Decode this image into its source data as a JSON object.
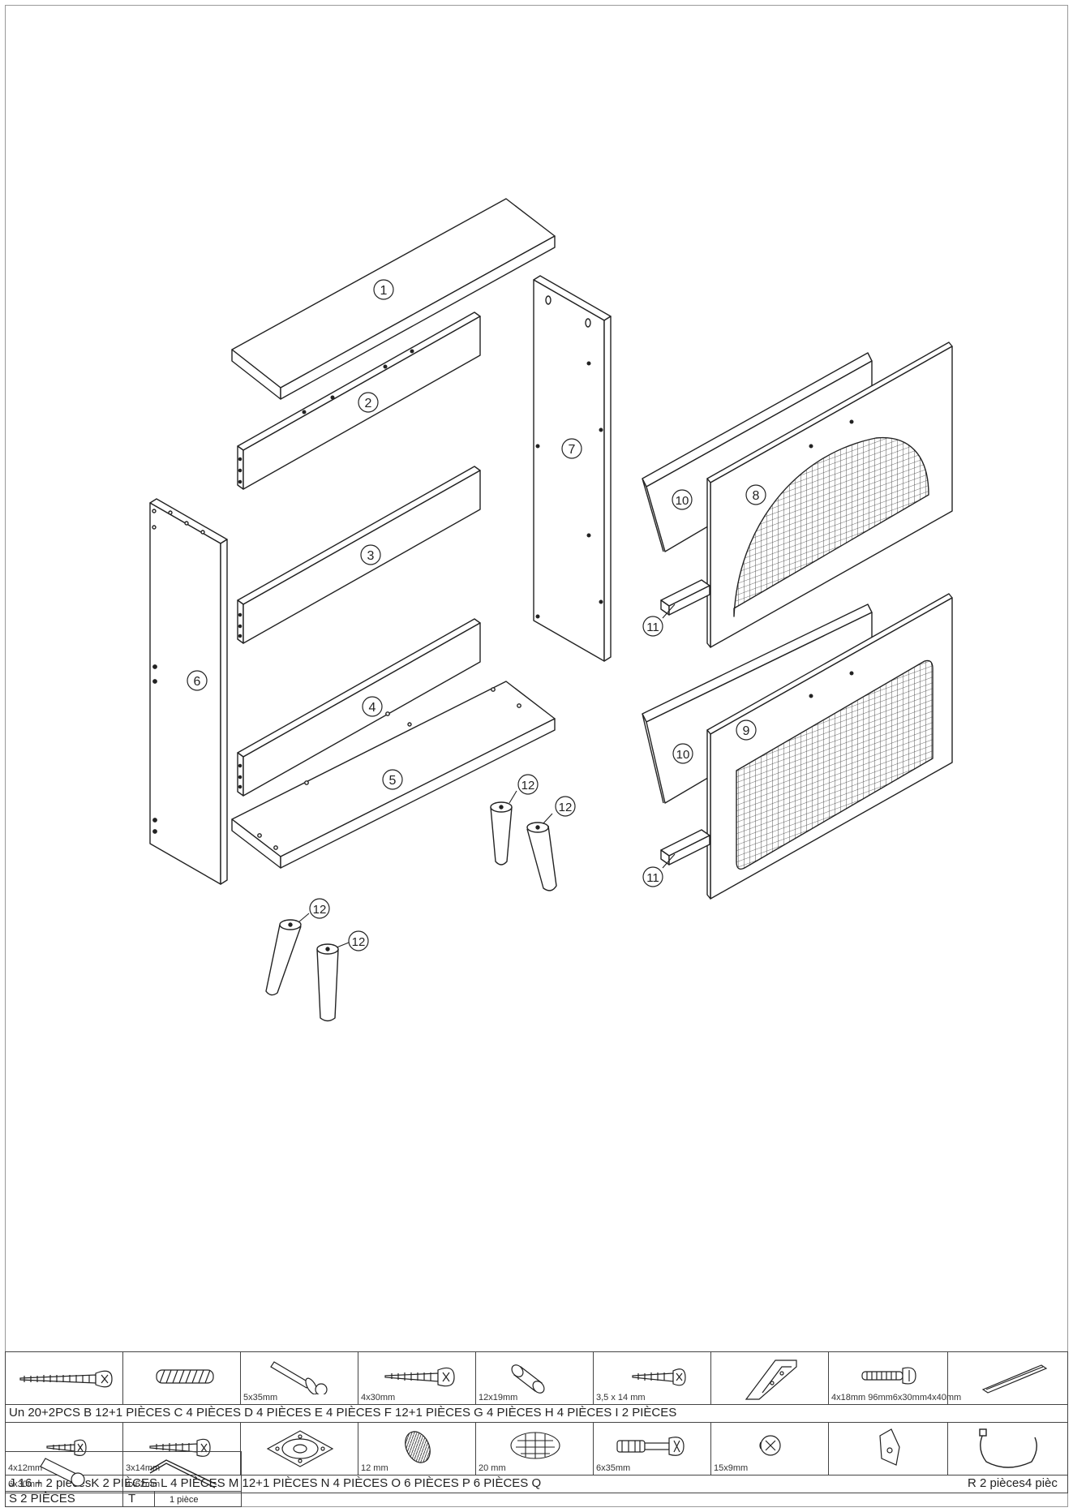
{
  "parts": [
    {
      "n": "1"
    },
    {
      "n": "2"
    },
    {
      "n": "3"
    },
    {
      "n": "4"
    },
    {
      "n": "5"
    },
    {
      "n": "6"
    },
    {
      "n": "7"
    },
    {
      "n": "8"
    },
    {
      "n": "9"
    },
    {
      "n": "10"
    },
    {
      "n": "11"
    },
    {
      "n": "12"
    }
  ],
  "hardware": {
    "row1": {
      "sizes": [
        "",
        "",
        "5x35mm",
        "4x30mm",
        "12x19mm",
        "3,5  x  14  mm",
        "",
        "4x18mm  96mm6x30mm4x40mm",
        ""
      ],
      "caption": "Un 20+2PCS     B 12+1 PIÈCES C 4 PIÈCES D 4 PIÈCES E 4 PIÈCES F 12+1 PIÈCES G 4 PIÈCES H 4 PIÈCES I 2 PIÈCES"
    },
    "row2": {
      "sizes": [
        "4x12mm",
        "3x14mm",
        "",
        "12  mm",
        "20  mm",
        "6x35mm",
        "15x9mm",
        "",
        ""
      ],
      "caption": "J  16  +  2  piècesK  2  PIÈCES  L  4  PIÈCES  M  12+1  PIÈCES  N  4  PIÈCES  O  6  PIÈCES  P  6  PIÈCES  Q",
      "caption_right": "R  2  pièces4  pièc"
    },
    "row3": {
      "sizes": [
        "6x30mm",
        "4x62mm"
      ],
      "caption_s": "S  2  PIÈCES",
      "caption_t": "T",
      "caption_t_sub": "1  pièce"
    }
  },
  "icons": [
    "screw-long-icon",
    "dowel-icon",
    "cam-bolt-icon",
    "screw-medium-icon",
    "sleeve-icon",
    "screw-short-icon",
    "corner-bracket-icon",
    "bolt-icon",
    "metal-strip-icon",
    "screw-small-icon",
    "screw-tiny-icon",
    "mounting-plate-icon",
    "felt-pad-small-icon",
    "felt-pad-large-icon",
    "connector-bolt-icon",
    "cam-lock-icon",
    "wall-bracket-icon",
    "cable-tie-icon",
    "wall-anchor-icon",
    "allen-key-icon"
  ]
}
